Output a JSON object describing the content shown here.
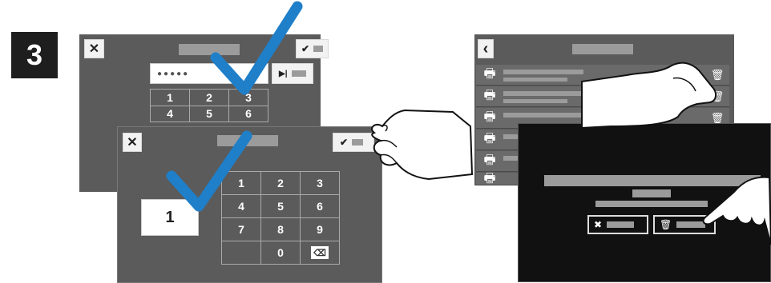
{
  "step_number": "3",
  "screen_a": {
    "close_icon": "✕",
    "confirm_icon": "✔",
    "password_dots": "●●●●●",
    "skip_icon": "▶|",
    "keypad": [
      "1",
      "2",
      "3",
      "4",
      "5",
      "6"
    ]
  },
  "screen_b": {
    "close_icon": "✕",
    "confirm_icon": "✔",
    "entered_value": "1",
    "keypad": [
      "1",
      "2",
      "3",
      "4",
      "5",
      "6",
      "7",
      "8",
      "9",
      "0"
    ],
    "backspace_icon": "⌫"
  },
  "screen_c": {
    "back_icon": "‹",
    "trash_icon": "🗑",
    "printer_icon": "🖶"
  },
  "screen_d": {
    "cancel_icon": "✖",
    "delete_icon": "🗑"
  }
}
